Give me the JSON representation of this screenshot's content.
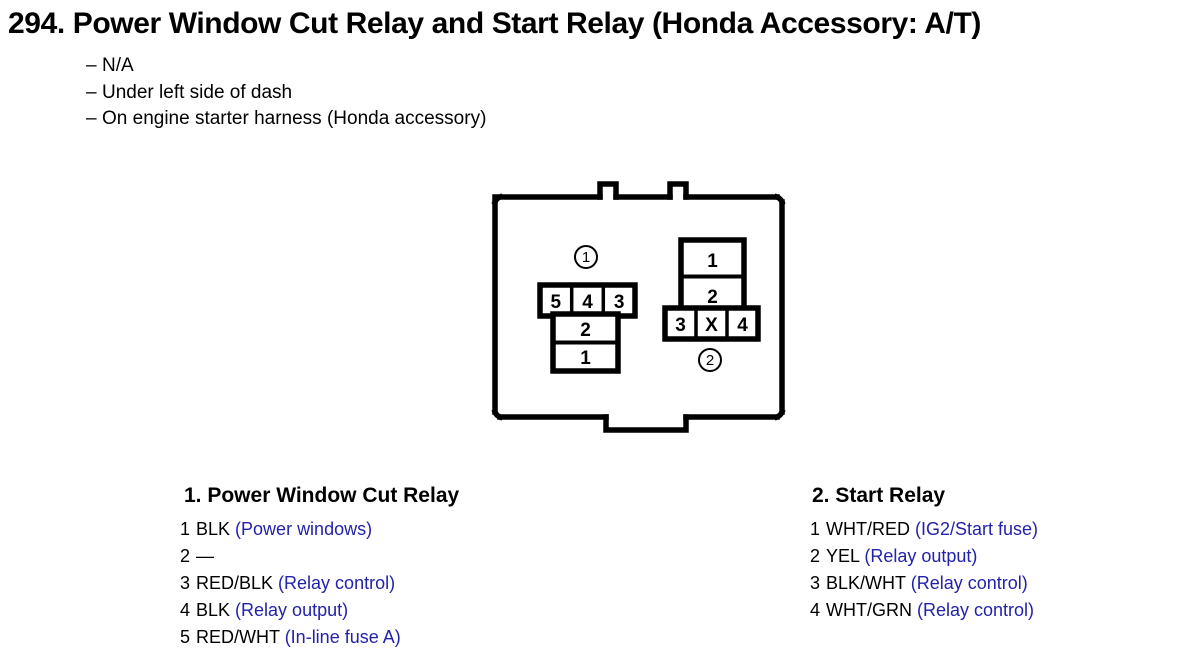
{
  "header": {
    "title": "294. Power Window Cut Relay and Start Relay (Honda Accessory: A/T)",
    "bullets": [
      {
        "dash": "–",
        "text": "N/A"
      },
      {
        "dash": "–",
        "text": "Under left side of dash"
      },
      {
        "dash": "–",
        "text": "On engine starter harness (Honda accessory)"
      }
    ]
  },
  "diagram": {
    "marker_left": "1",
    "marker_right": "2",
    "connector_left": {
      "top_row": [
        "5",
        "4",
        "3"
      ],
      "lower_rows": [
        "2",
        "1"
      ]
    },
    "connector_right": {
      "upper_rows": [
        "1",
        "2"
      ],
      "bottom_row": [
        "3",
        "X",
        "4"
      ]
    }
  },
  "legends": [
    {
      "title": "1. Power Window Cut Relay",
      "pins": [
        {
          "num": "1",
          "wire": "BLK",
          "desc": "(Power windows)"
        },
        {
          "num": "2",
          "wire": "—",
          "desc": ""
        },
        {
          "num": "3",
          "wire": "RED/BLK",
          "desc": "(Relay control)"
        },
        {
          "num": "4",
          "wire": "BLK",
          "desc": "(Relay output)"
        },
        {
          "num": "5",
          "wire": "RED/WHT",
          "desc": "(In-line fuse A)"
        }
      ]
    },
    {
      "title": "2. Start Relay",
      "pins": [
        {
          "num": "1",
          "wire": "WHT/RED",
          "desc": "(IG2/Start fuse)"
        },
        {
          "num": "2",
          "wire": "YEL",
          "desc": "(Relay output)"
        },
        {
          "num": "3",
          "wire": "BLK/WHT",
          "desc": "(Relay control)"
        },
        {
          "num": "4",
          "wire": "WHT/GRN",
          "desc": "(Relay control)"
        }
      ]
    }
  ],
  "colors": {
    "description_blue": "#2222aa",
    "ink_black": "#000000",
    "page_background": "#ffffff"
  }
}
